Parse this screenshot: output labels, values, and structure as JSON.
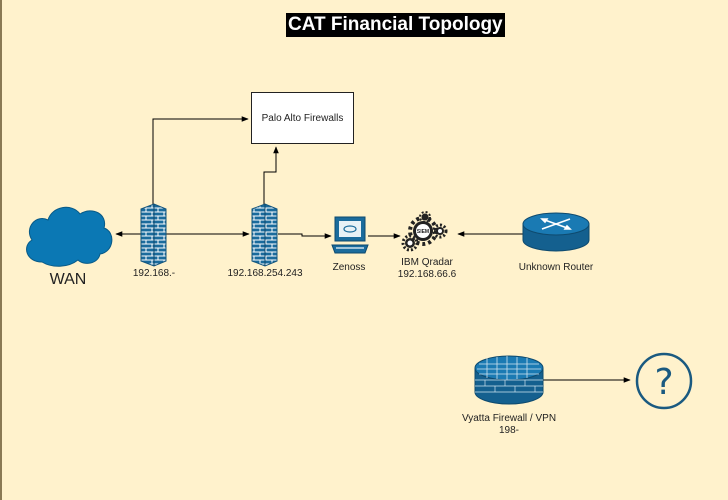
{
  "title": "CAT Financial Topology",
  "nodes": {
    "wan": {
      "label": "WAN",
      "icon": "cloud-icon"
    },
    "firewall_left": {
      "label": "192.168.-",
      "icon": "firewall-icon"
    },
    "firewall_mid": {
      "label": "192.168.254.243",
      "icon": "firewall-icon"
    },
    "palo_alto": {
      "label": "Palo Alto Firewalls"
    },
    "zenoss": {
      "label": "Zenoss",
      "icon": "terminal-icon"
    },
    "qradar": {
      "label1": "IBM Qradar",
      "label2": "192.168.66.6",
      "icon": "siem-gears-icon",
      "icon_text": "SIEM"
    },
    "unknown_router": {
      "label": "Unknown Router",
      "icon": "router-icon"
    },
    "vyatta": {
      "label1": "Vyatta Firewall / VPN",
      "label2": "198-",
      "icon": "firewall-router-icon"
    },
    "unknown": {
      "icon": "question-mark-icon",
      "glyph": "?"
    }
  },
  "colors": {
    "background": "#fff2cc",
    "icon_blue": "#1a6b9c",
    "title_bg": "#000000",
    "title_fg": "#ffffff"
  }
}
